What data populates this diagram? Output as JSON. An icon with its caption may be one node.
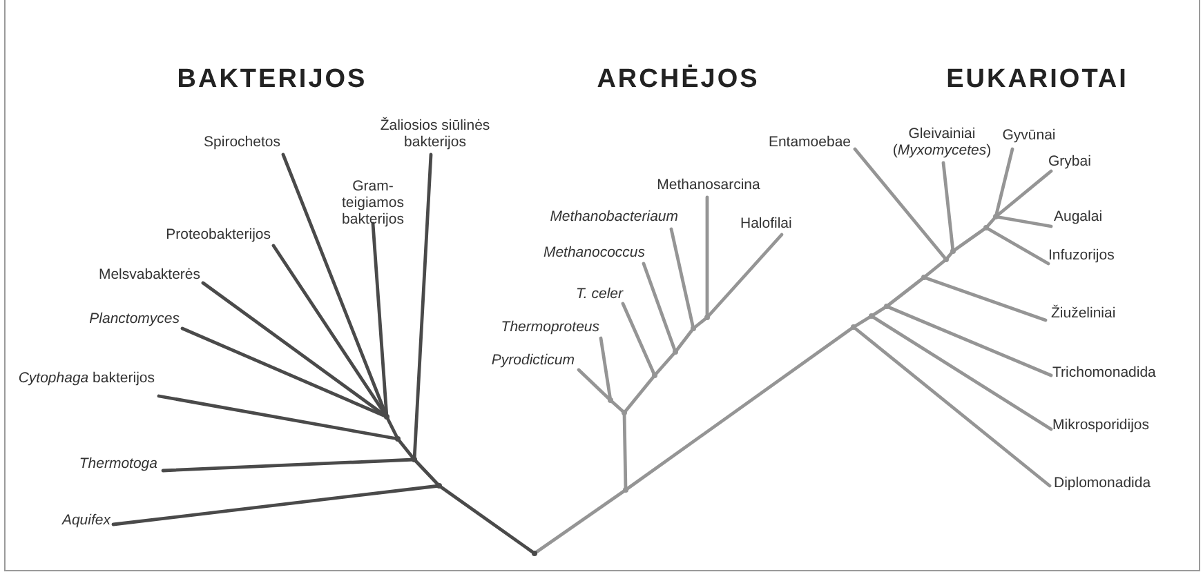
{
  "diagram": {
    "nodes": [
      {
        "text": [
          "Žaliosios siūlinės bakterijos"
        ]
      },
      {
        "text": [
          "Spirochetos"
        ]
      },
      {
        "text": [
          "Gram- teigiamos bakterijos"
        ]
      },
      {
        "text": [
          "Proteobakterijos"
        ]
      },
      {
        "text": [
          "Melsvabakterės"
        ]
      },
      {
        "text": [
          "*Planctomyces*"
        ]
      },
      {
        "text": [
          "*Cytophaga* bakterijos"
        ]
      },
      {
        "text": [
          "*Thermotoga*"
        ]
      },
      {
        "text": [
          "*Aquifex*"
        ]
      },
      {
        "text": [
          "Methanosarcina"
        ]
      },
      {
        "text": [
          "Halofilai"
        ]
      },
      {
        "text": [
          "*Methanobacteriaum*"
        ]
      },
      {
        "text": [
          "*Methanococcus*"
        ]
      },
      {
        "text": [
          "*T. celer*"
        ]
      },
      {
        "text": [
          "*Thermoproteus*"
        ]
      },
      {
        "text": [
          "*Pyrodicticum*"
        ]
      },
      {
        "text": [
          "Entamoebae"
        ]
      },
      {
        "text": [
          "Gleivainiai (*Myxomycetes*)"
        ]
      },
      {
        "text": [
          "Gyvūnai"
        ]
      },
      {
        "text": [
          "Grybai"
        ]
      },
      {
        "text": [
          "Augalai"
        ]
      },
      {
        "text": [
          "Infuzorijos"
        ]
      },
      {
        "text": [
          "Žiuželiniai"
        ]
      },
      {
        "text": [
          "Trichomonadida"
        ]
      },
      {
        "text": [
          "Mikrosporidijos"
        ]
      },
      {
        "text": [
          "Diplomonadida"
        ]
      },
      {
        "text": [],
        "shape": "point"
      },
      {
        "text": [],
        "shape": "point"
      },
      {
        "text": [],
        "shape": "point"
      },
      {
        "text": [],
        "shape": "point"
      },
      {
        "text": [],
        "shape": "point"
      },
      {
        "text": [],
        "shape": "point"
      },
      {
        "text": [],
        "shape": "point"
      },
      {
        "text": [],
        "shape": "point"
      },
      {
        "text": [],
        "shape": "point"
      },
      {
        "text": [],
        "shape": "point"
      },
      {
        "text": [],
        "shape": "point"
      },
      {
        "text": [],
        "shape": "point"
      },
      {
        "text": [],
        "shape": "point"
      },
      {
        "text": [],
        "shape": "point"
      },
      {
        "text": [],
        "shape": "point"
      },
      {
        "text": [],
        "shape": "point"
      },
      {
        "text": [],
        "shape": "point"
      },
      {
        "text": [],
        "shape": "point"
      },
      {
        "text": [],
        "shape": "point"
      },
      {
        "text": [],
        "shape": "point"
      }
    ],
    "edges": [
      {
        "from": 26,
        "to": 27,
        "arrow": "none",
        "color": "#4a4a4a"
      },
      {
        "from": 27,
        "to": 8,
        "arrow": "none",
        "color": "#4a4a4a"
      },
      {
        "from": 27,
        "to": 28,
        "arrow": "none",
        "color": "#4a4a4a"
      },
      {
        "from": 28,
        "to": 7,
        "arrow": "none",
        "color": "#4a4a4a"
      },
      {
        "from": 28,
        "to": 0,
        "arrow": "none",
        "color": "#4a4a4a"
      },
      {
        "from": 28,
        "to": 29,
        "arrow": "none",
        "color": "#4a4a4a"
      },
      {
        "from": 29,
        "to": 6,
        "arrow": "none",
        "color": "#4a4a4a"
      },
      {
        "from": 29,
        "to": 30,
        "arrow": "none",
        "color": "#4a4a4a"
      },
      {
        "from": 30,
        "to": 5,
        "arrow": "none",
        "color": "#4a4a4a"
      },
      {
        "from": 30,
        "to": 4,
        "arrow": "none",
        "color": "#4a4a4a"
      },
      {
        "from": 30,
        "to": 3,
        "arrow": "none",
        "color": "#4a4a4a"
      },
      {
        "from": 30,
        "to": 2,
        "arrow": "none",
        "color": "#4a4a4a"
      },
      {
        "from": 30,
        "to": 1,
        "arrow": "none",
        "color": "#4a4a4a"
      },
      {
        "from": 26,
        "to": 31,
        "arrow": "none"
      },
      {
        "from": 31,
        "to": 32,
        "arrow": "none"
      },
      {
        "from": 32,
        "to": 33,
        "arrow": "none"
      },
      {
        "from": 33,
        "to": 15,
        "arrow": "none"
      },
      {
        "from": 33,
        "to": 14,
        "arrow": "none"
      },
      {
        "from": 32,
        "to": 34,
        "arrow": "none"
      },
      {
        "from": 34,
        "to": 13,
        "arrow": "none"
      },
      {
        "from": 34,
        "to": 35,
        "arrow": "none"
      },
      {
        "from": 35,
        "to": 12,
        "arrow": "none"
      },
      {
        "from": 35,
        "to": 36,
        "arrow": "none"
      },
      {
        "from": 36,
        "to": 11,
        "arrow": "none"
      },
      {
        "from": 36,
        "to": 37,
        "arrow": "none"
      },
      {
        "from": 37,
        "to": 9,
        "arrow": "none"
      },
      {
        "from": 37,
        "to": 10,
        "arrow": "none"
      },
      {
        "from": 31,
        "to": 38,
        "arrow": "none"
      },
      {
        "from": 38,
        "to": 25,
        "arrow": "none"
      },
      {
        "from": 38,
        "to": 39,
        "arrow": "none"
      },
      {
        "from": 39,
        "to": 24,
        "arrow": "none"
      },
      {
        "from": 39,
        "to": 40,
        "arrow": "none"
      },
      {
        "from": 40,
        "to": 23,
        "arrow": "none"
      },
      {
        "from": 40,
        "to": 41,
        "arrow": "none"
      },
      {
        "from": 41,
        "to": 22,
        "arrow": "none"
      },
      {
        "from": 41,
        "to": 42,
        "arrow": "none"
      },
      {
        "from": 42,
        "to": 16,
        "arrow": "none"
      },
      {
        "from": 42,
        "to": 43,
        "arrow": "none"
      },
      {
        "from": 43,
        "to": 17,
        "arrow": "none"
      },
      {
        "from": 43,
        "to": 44,
        "arrow": "none"
      },
      {
        "from": 44,
        "to": 21,
        "arrow": "none"
      },
      {
        "from": 44,
        "to": 45,
        "arrow": "none"
      },
      {
        "from": 45,
        "to": 18,
        "arrow": "none"
      },
      {
        "from": 45,
        "to": 19,
        "arrow": "none"
      },
      {
        "from": 45,
        "to": 20,
        "arrow": "none"
      }
    ],
    "labels": [
      "BAKTERIJOS",
      "ARCHĖJOS",
      "EUKARIOTAI"
    ]
  }
}
